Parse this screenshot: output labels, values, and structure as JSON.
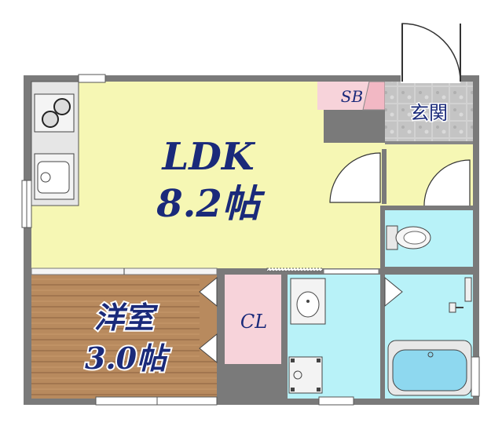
{
  "floorplan": {
    "rooms": {
      "ldk": {
        "name": "LDK",
        "size": "8.2帖"
      },
      "western": {
        "name": "洋室",
        "size": "3.0帖"
      },
      "closet": {
        "name": "CL"
      },
      "shoe_box": {
        "name": "SB"
      },
      "entrance": {
        "name": "玄関"
      }
    },
    "colors": {
      "wall": "#7a7a7a",
      "ldk_floor": "#f6f7b4",
      "wood_floor": "#b88a5e",
      "wet_area": "#b8f2f8",
      "closet_floor": "#f7d3da",
      "entrance_floor": "#cfcfcf",
      "label_text": "#1a2a7a"
    }
  }
}
